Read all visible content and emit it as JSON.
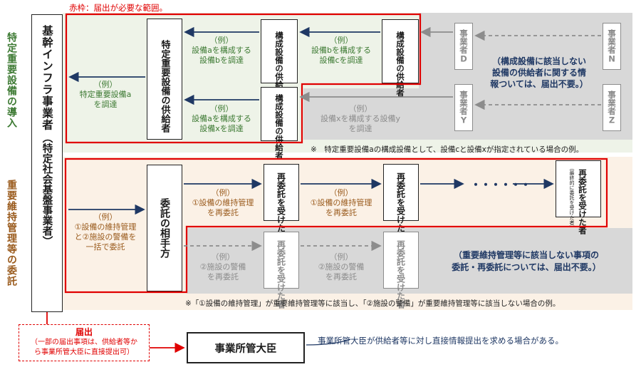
{
  "legend": {
    "red_frame": "赤枠：届出が必要な範囲。"
  },
  "side_labels": {
    "section_top": "特定重要設備の導入",
    "section_bottom": "重要維持管理等の委託"
  },
  "infra": {
    "title": "基幹インフラ事業者",
    "sub": "（特定社会基盤事業者）"
  },
  "top": {
    "supplier_main": "特定重要設備の供給者",
    "component_b": "構成設備の供給者",
    "component_c": "構成設備の供給者",
    "component_x": "構成設備の供給者",
    "biz_d": "事業者D",
    "biz_n": "事業者N",
    "biz_y": "事業者Y",
    "biz_z": "事業者Z",
    "label_a": [
      "（例）",
      "特定重要設備a",
      "を調達"
    ],
    "label_b": [
      "（例）",
      "設備aを構成する",
      "設備bを調達"
    ],
    "label_c": [
      "（例）",
      "設備bを構成する",
      "設備cを調達"
    ],
    "label_x": [
      "（例）",
      "設備aを構成する",
      "設備xを調達"
    ],
    "label_y": [
      "（例）",
      "設備xを構成する設備y",
      "を調達"
    ],
    "grey_note": [
      "（構成設備に該当しない",
      "設備の供給者に関する情",
      "報ついては、届出不要。）"
    ],
    "footnote": "※　特定重要設備aの構成設備として、設備cと設備xが指定されている場合の例。"
  },
  "bottom": {
    "consignee": "委託の相手方",
    "re1": "再委託を受けた者",
    "re2": "再委託を受けた者",
    "re_last_main": "再委託を受けた者",
    "re_last_sub": "（最終的に委託を受けた者）",
    "re_g1": "再委託を受けた者",
    "re_g2": "再委託を受けた者",
    "dots": "・・・・・・",
    "label_main": [
      "（例）",
      "①設備の維持管理",
      "と②施設の警備を",
      "一括で委託"
    ],
    "label_r1": [
      "（例）",
      "①設備の維持管理",
      "を再委託"
    ],
    "label_r2": [
      "（例）",
      "①設備の維持管理",
      "を再委託"
    ],
    "label_g1": [
      "（例）",
      "②施設の警備",
      "を再委託"
    ],
    "label_g2": [
      "（例）",
      "②施設の警備",
      "を再委託"
    ],
    "grey_note": [
      "（重要維持管理等に該当しない事項の",
      "委託・再委託については、届出不要。）"
    ],
    "footnote": "※「①設備の維持管理」が重要維持管理等に該当し、「②施設の警備」が重要維持管理等に該当しない場合の例。"
  },
  "notify": {
    "title": "届出",
    "detail": [
      "（一部の届出事項は、供給者等か",
      "ら事業所管大臣に直接提出可）"
    ]
  },
  "minister": "事業所管大臣",
  "minister_note": "事業所管大臣が供給者等に対し直接情報提出を求める場合がある。",
  "colors": {
    "red": "#e00000",
    "navy": "#1f3864",
    "green_bg": "#eef3e8",
    "orange_bg": "#fbf1e6",
    "grey_bg": "#d8d8d8"
  }
}
